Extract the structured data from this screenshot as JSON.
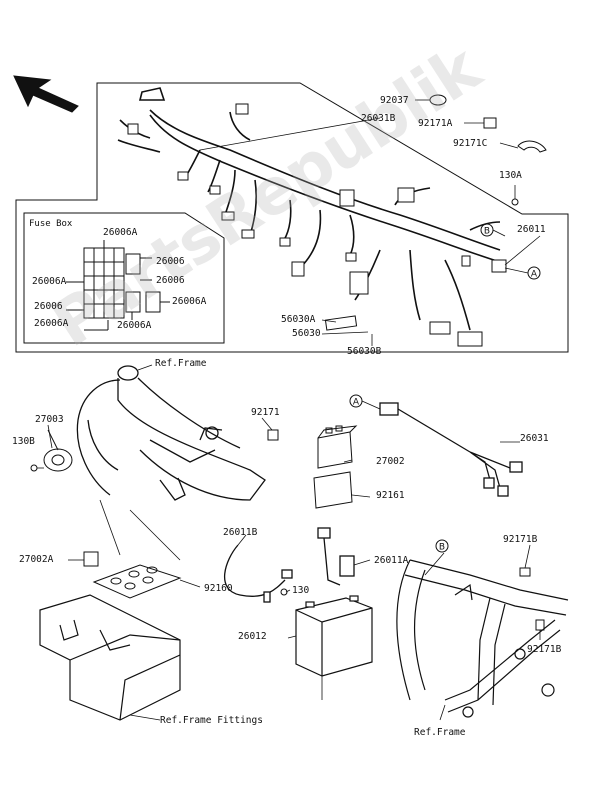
{
  "diagram": {
    "fuse_box_title": "Fuse Box",
    "watermark": "PartsRepublik",
    "callouts": {
      "l92037": "92037",
      "l26031B": "26031B",
      "l92171A": "92171A",
      "l92171C": "92171C",
      "l130A": "130A",
      "l26011": "26011",
      "l56030A": "56030A",
      "l56030": "56030",
      "l56030B": "56030B",
      "fb_26006A_top": "26006A",
      "fb_26006_r1": "26006",
      "fb_26006A_l1": "26006A",
      "fb_26006_r2": "26006",
      "fb_26006_l2": "26006",
      "fb_26006A_r3": "26006A",
      "fb_26006A_l3": "26006A",
      "fb_26006A_b": "26006A",
      "ref_frame_1": "Ref.Frame",
      "l27003": "27003",
      "l130B": "130B",
      "l92171": "92171",
      "l26031": "26031",
      "l27002": "27002",
      "l92161": "92161",
      "l27002A": "27002A",
      "l92160": "92160",
      "l26011B": "26011B",
      "l130": "130",
      "l26011A": "26011A",
      "l26012": "26012",
      "ref_frame_fittings": "Ref.Frame Fittings",
      "l92171B_1": "92171B",
      "l92171B_2": "92171B",
      "ref_frame_2": "Ref.Frame"
    },
    "markers": {
      "B_top": "B",
      "A_top": "A",
      "A_mid": "A",
      "B_low": "B"
    }
  }
}
